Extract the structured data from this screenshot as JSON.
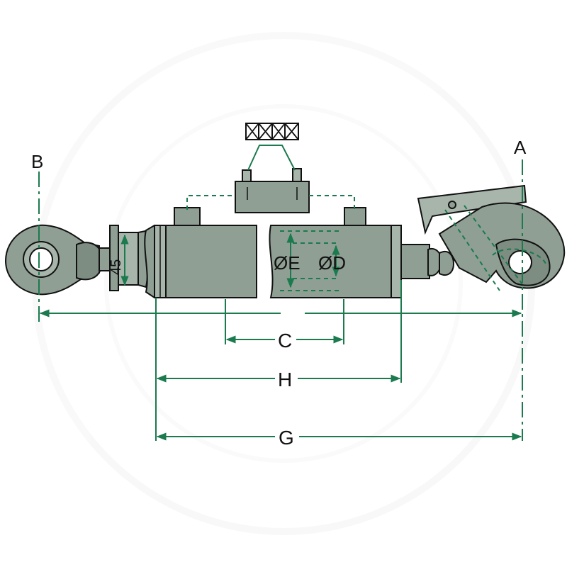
{
  "labels": {
    "A": "A",
    "B": "B",
    "C": "C",
    "H": "H",
    "G": "G",
    "dia_E": "ØE",
    "dia_D": "ØD",
    "angle": "45"
  },
  "colors": {
    "steel": "#8f9f94",
    "steel_light": "#a7b5ab",
    "dimension": "#1b7a4e",
    "outline": "#111111"
  }
}
